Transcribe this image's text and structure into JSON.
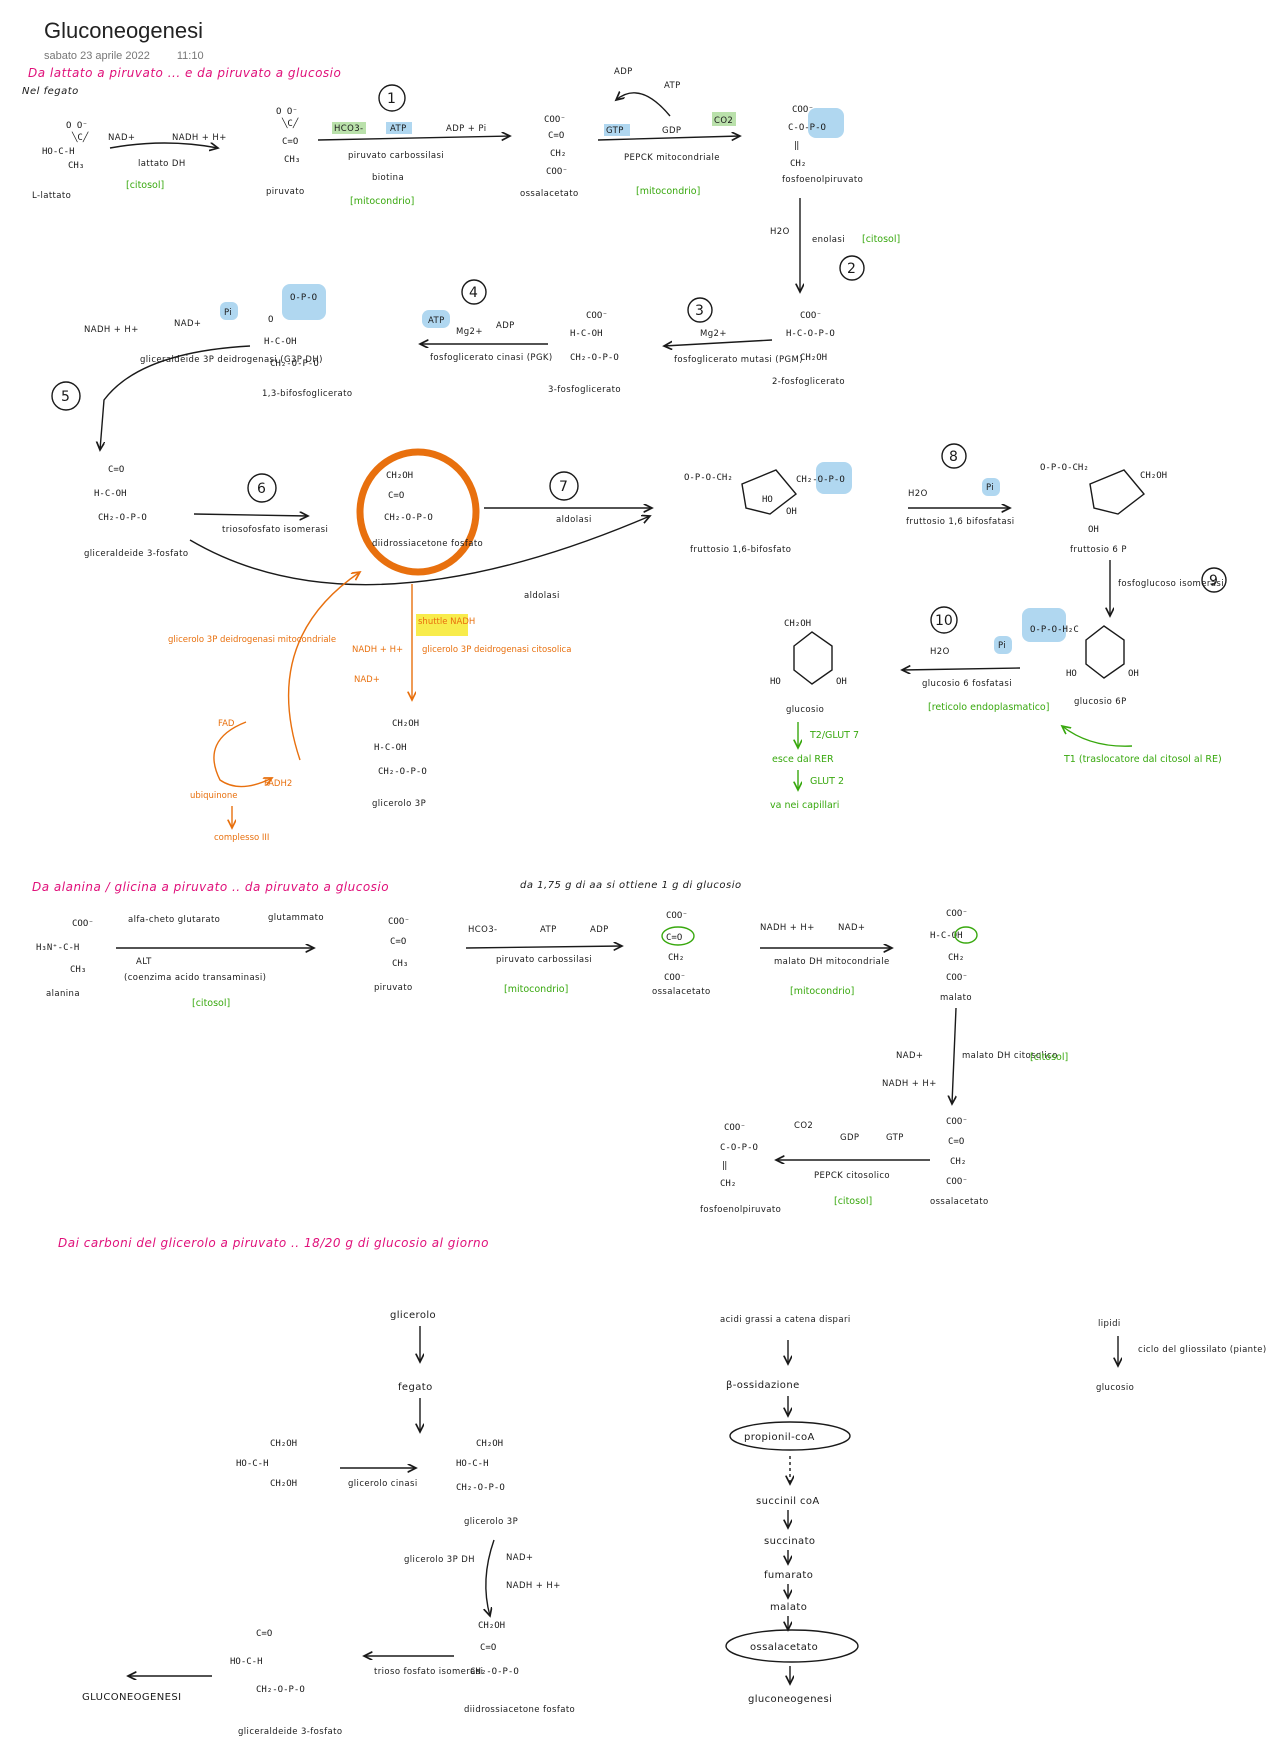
{
  "page": {
    "title": "Gluconeogenesi",
    "date": "sabato 23 aprile 2022",
    "time": "11:10"
  },
  "sections": {
    "s1": "Da lattato a piruvato ... e da piruvato a glucosio",
    "s1_sub": "Nel fegato",
    "s2": "Da alanina / glicina a piruvato .. da piruvato a glucosio",
    "s2_note": "da 1,75 g di aa si ottiene 1 g di glucosio",
    "s3": "Dai carboni del glicerolo a piruvato .. 18/20 g di glucosio al giorno"
  },
  "steps": [
    "1",
    "2",
    "3",
    "4",
    "5",
    "6",
    "7",
    "8",
    "9",
    "10"
  ],
  "molecules": {
    "lattato": "L-lattato",
    "piruvato": "piruvato",
    "ossalacetato": "ossalacetato",
    "pep": "fosfoenolpiruvato",
    "pg2": "2-fosfoglicerato",
    "pg3": "3-fosfoglicerato",
    "bpg": "1,3-bifosfoglicerato",
    "gap": "gliceraldeide 3-fosfato",
    "dhap": "diidrossiacetone fosfato",
    "fbp": "fruttosio 1,6-bifosfato",
    "f6p": "fruttosio 6 P",
    "g6p": "glucosio 6P",
    "glc": "glucosio",
    "g3p": "glicerolo 3P",
    "alanina": "alanina",
    "malato": "malato"
  },
  "enzymes": {
    "ldh": "lattato DH",
    "pc": "piruvato carbossilasi",
    "biotina": "biotina",
    "pepck_m": "PEPCK mitocondriale",
    "enolasi": "enolasi",
    "pgm": "fosfoglicerato mutasi (PGM)",
    "pgk": "fosfoglicerato cinasi (PGK)",
    "gapdh": "gliceraldeide 3P deidrogenasi (G3P DH)",
    "tpi": "triosofosfato isomerasi",
    "aldolasi": "aldolasi",
    "fbpasi": "fruttosio 1,6 bifosfatasi",
    "pgi": "fosfoglucoso isomerasi",
    "g6pasi": "glucosio 6 fosfatasi",
    "alt": "ALT",
    "mdh_m": "malato DH mitocondriale",
    "mdh_c": "malato DH citosolico",
    "pepck_c": "PEPCK citosolico",
    "gk": "glicerolo cinasi",
    "g3pdh": "glicerolo 3P DH",
    "tpi2": "trioso fosfato isomerasi"
  },
  "locations": {
    "citosol": "[citosol]",
    "mito": "[mitocondrio]",
    "rer": "[reticolo endoplasmatico]"
  },
  "cofactors": {
    "nad": "NAD+",
    "nadh": "NADH + H+",
    "hco3": "HCO3-",
    "atp": "ATP",
    "adp_pi": "ADP + Pi",
    "gtp": "GTP",
    "gdp": "GDP",
    "co2": "CO2",
    "adp": "ADP",
    "h2o": "H2O",
    "pi": "Pi",
    "mg": "Mg2+",
    "alfa_cheto": "alfa-cheto glutarato",
    "glutammato": "glutammato",
    "alt_note": "(coenzima acido transaminasi)"
  },
  "orange": {
    "shuttle": "shuttle NADH",
    "g3p_mito": "glicerolo 3P deidrogenasi mitocondriale",
    "g3p_cyt": "glicerolo 3P deidrogenasi citosolica",
    "fad": "FAD",
    "fadh2": "FADH2",
    "ubiq": "ubiquinone",
    "complesso": "complesso III"
  },
  "transport": {
    "t1": "T1 (traslocatore dal citosol al RE)",
    "t2": "T2/GLUT 7",
    "esce": "esce dal RER",
    "glut2": "GLUT 2",
    "capillari": "va nei capillari"
  },
  "lipids": {
    "glicerolo": "glicerolo",
    "fegato": "fegato",
    "gluconeogenesi": "GLUCONEOGENESI",
    "acidi": "acidi grassi a catena dispari",
    "beta": "β-ossidazione",
    "propionil": "propionil-coA",
    "succinil": "succinil coA",
    "succinato": "succinato",
    "fumarato": "fumarato",
    "malato": "malato",
    "ossal": "ossalacetato",
    "gneo": "gluconeogenesi",
    "lipidi": "lipidi",
    "gliossilato": "ciclo del gliossilato (piante)",
    "glucosio": "glucosio"
  },
  "colors": {
    "black": "#1a1a1a",
    "pink": "#e0107a",
    "green": "#38a80e",
    "orange": "#e8700e",
    "blue": "#8fc6ea",
    "yellow": "#f5e400"
  }
}
